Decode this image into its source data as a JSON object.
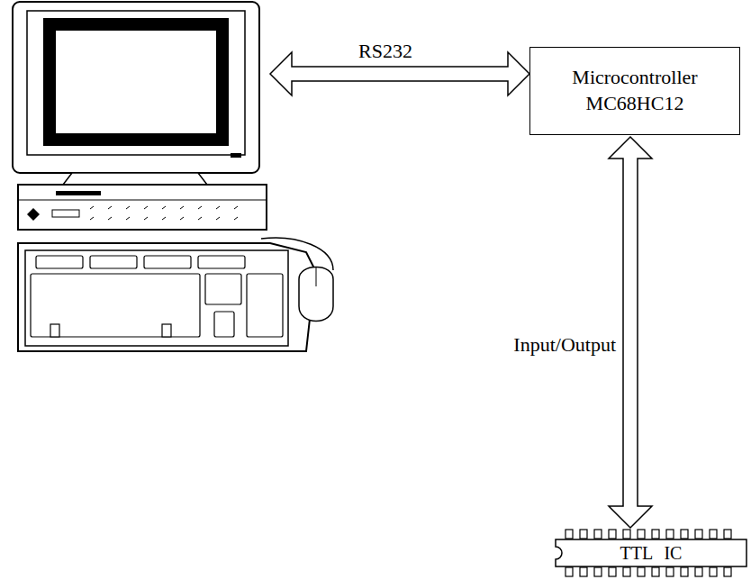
{
  "diagram": {
    "nodes": [
      {
        "text": [
          "Microcontroller MC68HC12"
        ]
      },
      {
        "text": [
          "TTL IC"
        ]
      }
    ],
    "edges": [
      {
        "from": 0,
        "to": 1,
        "label": "Input/Output",
        "arrow": "both"
      }
    ],
    "labels": [
      "RS232"
    ]
  }
}
